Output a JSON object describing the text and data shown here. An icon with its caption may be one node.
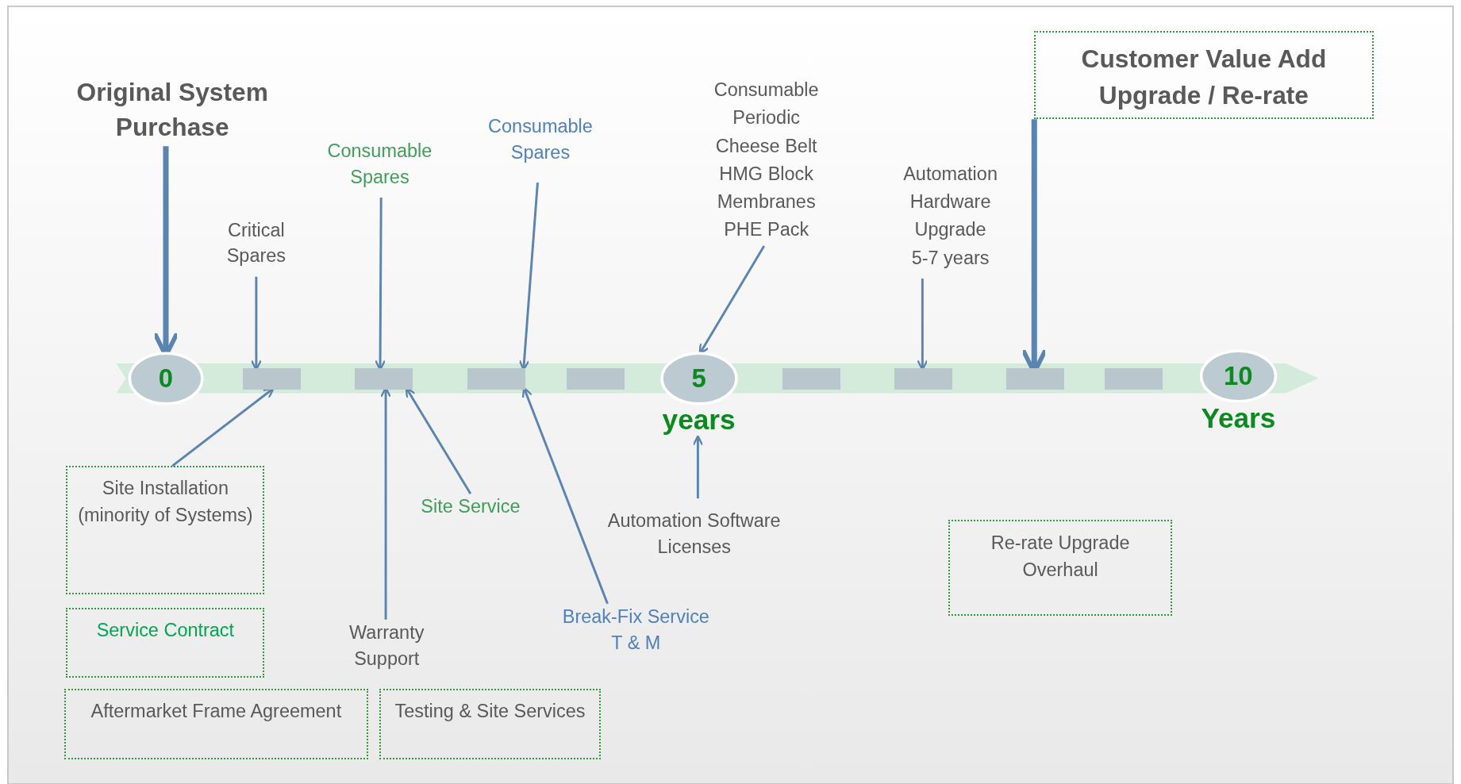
{
  "diagram": {
    "nodes": [
      {
        "text": [
          "Original System Purchase"
        ]
      },
      {
        "text": [
          "0"
        ]
      },
      {
        "text": [],
        "shape": "bar"
      },
      {
        "text": [],
        "shape": "bar"
      },
      {
        "text": [],
        "shape": "bar"
      },
      {
        "text": [],
        "shape": "bar"
      },
      {
        "text": [
          "5"
        ],
        "beside": [
          "years"
        ]
      },
      {
        "text": [],
        "shape": "bar"
      },
      {
        "text": [],
        "shape": "bar"
      },
      {
        "text": [],
        "shape": "bar"
      },
      {
        "text": [],
        "shape": "bar"
      },
      {
        "text": [
          "10"
        ],
        "beside": [
          "Years"
        ]
      },
      {
        "text": [
          "Critical Spares"
        ]
      },
      {
        "text": [
          "Consumable Spares"
        ]
      },
      {
        "text": [
          "Consumable Spares"
        ]
      },
      {
        "text": [
          "Consumable Periodic",
          "Cheese Belt",
          "HMG Block",
          "Membranes",
          "PHE Pack"
        ]
      },
      {
        "text": [
          "Automation Hardware Upgrade",
          "5-7 years"
        ]
      },
      {
        "text": [
          "Customer Value Add Upgrade / Re-rate"
        ]
      },
      {
        "text": [
          "Site Installation (minority of Systems)"
        ]
      },
      {
        "text": [
          "Service Contract"
        ]
      },
      {
        "text": [
          "Aftermarket Frame Agreement"
        ]
      },
      {
        "text": [
          "Testing & Site Services"
        ]
      },
      {
        "text": [
          "Warranty Support"
        ]
      },
      {
        "text": [
          "Site Service"
        ]
      },
      {
        "text": [
          "Break-Fix Service T & M"
        ]
      },
      {
        "text": [
          "Automation Software Licenses"
        ]
      },
      {
        "text": [
          "Re-rate Upgrade Overhaul"
        ]
      }
    ],
    "edges": [
      {
        "from": 0,
        "to": 1,
        "arrow": "to",
        "style": "thick"
      },
      {
        "from": 12,
        "to": 2,
        "arrow": "to"
      },
      {
        "from": 13,
        "to": 3,
        "arrow": "to"
      },
      {
        "from": 14,
        "to": 4,
        "arrow": "to"
      },
      {
        "from": 15,
        "to": 6,
        "arrow": "to"
      },
      {
        "from": 16,
        "to": 8,
        "arrow": "to"
      },
      {
        "from": 17,
        "to": 9,
        "arrow": "to",
        "style": "thick"
      },
      {
        "from": 18,
        "to": 2,
        "arrow": "to"
      },
      {
        "from": 22,
        "to": 3,
        "arrow": "to"
      },
      {
        "from": 23,
        "to": 3,
        "arrow": "to"
      },
      {
        "from": 24,
        "to": 4,
        "arrow": "to"
      },
      {
        "from": 25,
        "to": 6,
        "arrow": "to"
      }
    ]
  }
}
